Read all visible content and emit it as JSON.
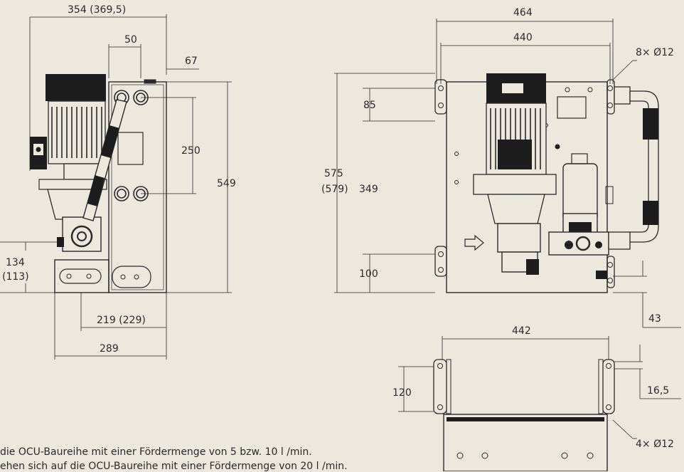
{
  "dimensions": {
    "side_width": "354 (369,5)",
    "side_50": "50",
    "side_67": "67",
    "side_250": "250",
    "side_549": "549",
    "side_134": "134",
    "side_113": "(113)",
    "side_219": "219 (229)",
    "side_289": "289",
    "front_464": "464",
    "front_440": "440",
    "front_holes": "8× Ø12",
    "front_85": "85",
    "front_575": "575",
    "front_579": "(579)",
    "front_349": "349",
    "front_100": "100",
    "front_43": "43",
    "base_442": "442",
    "base_120": "120",
    "base_16_5": "16,5",
    "base_holes": "4× Ø12"
  },
  "notes": {
    "line1": "die OCU-Baureihe mit einer Fördermenge von 5 bzw. 10 l /min.",
    "line2": "ehen sich auf die OCU-Baureihe mit einer Fördermenge von 20 l /min."
  },
  "colors": {
    "background": "#ece8de",
    "line": "#2a2a2a",
    "dark": "#1d1d1d"
  }
}
